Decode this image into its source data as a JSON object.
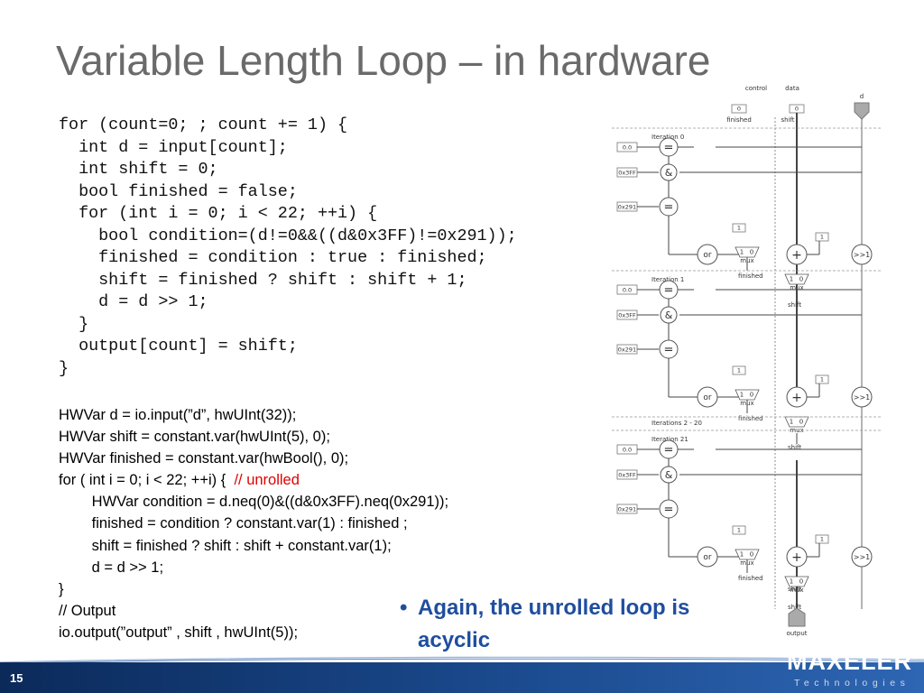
{
  "slide": {
    "title": "Variable Length Loop – in hardware",
    "page_number": "15"
  },
  "software_code": {
    "lines": [
      "for (count=0; ; count += 1) {",
      "  int d = input[count];",
      "  int shift = 0;",
      "  bool finished = false;",
      "  for (int i = 0; i < 22; ++i) {",
      "    bool condition=(d!=0&&((d&0x3FF)!=0x291));",
      "    finished = condition : true : finished;",
      "    shift = finished ? shift : shift + 1;",
      "    d = d >> 1;",
      "  }",
      "  output[count] = shift;",
      "}"
    ]
  },
  "hardware_code": {
    "line1": "HWVar d = io.input(”d”, hwUInt(32));",
    "line2": "HWVar shift = constant.var(hwUInt(5), 0);",
    "line3": "HWVar finished = constant.var(hwBool(), 0);",
    "line4": "for ( int i = 0; i < 22; ++i) {  ",
    "line4_comment": "// unrolled",
    "line5": "        HWVar condition = d.neq(0)&((d&0x3FF).neq(0x291));",
    "line6": "        finished = condition ? constant.var(1) : finished ;",
    "line7": "        shift = finished ? shift : shift + constant.var(1);",
    "line8": "        d = d >> 1;",
    "line9": "}",
    "line10": "// Output",
    "line11": "io.output(”output” , shift , hwUInt(5));"
  },
  "bullet": {
    "dot": "•",
    "text_line1": "Again, the unrolled loop is",
    "text_line2": "acyclic"
  },
  "diagram": {
    "header_control": "control",
    "header_data": "data",
    "input_label": "d",
    "init_finished_value": "0",
    "init_shift_value": "0",
    "finished_label": "finished",
    "shift_label": "shift",
    "iteration_labels": [
      "Iteration 0",
      "Iteration 1",
      "Iterations 2 - 20",
      "Iteration 21"
    ],
    "const_zero": "0.0",
    "const_mask": "0x3FF",
    "const_pattern": "0x291",
    "const_one": "1",
    "op_eq": "=",
    "op_and": "&",
    "op_or": "or",
    "op_add": "+",
    "op_shift": ">>1",
    "mux_label": "mux",
    "mux_in1": "1",
    "mux_in0": "0",
    "output_label": "output"
  },
  "logo": {
    "name": "MAXELER",
    "sub": "Technologies"
  },
  "colors": {
    "title": "#6a6a6a",
    "bullet": "#1f4e9e",
    "comment": "#e00000",
    "footer": "#1b4a8e"
  }
}
